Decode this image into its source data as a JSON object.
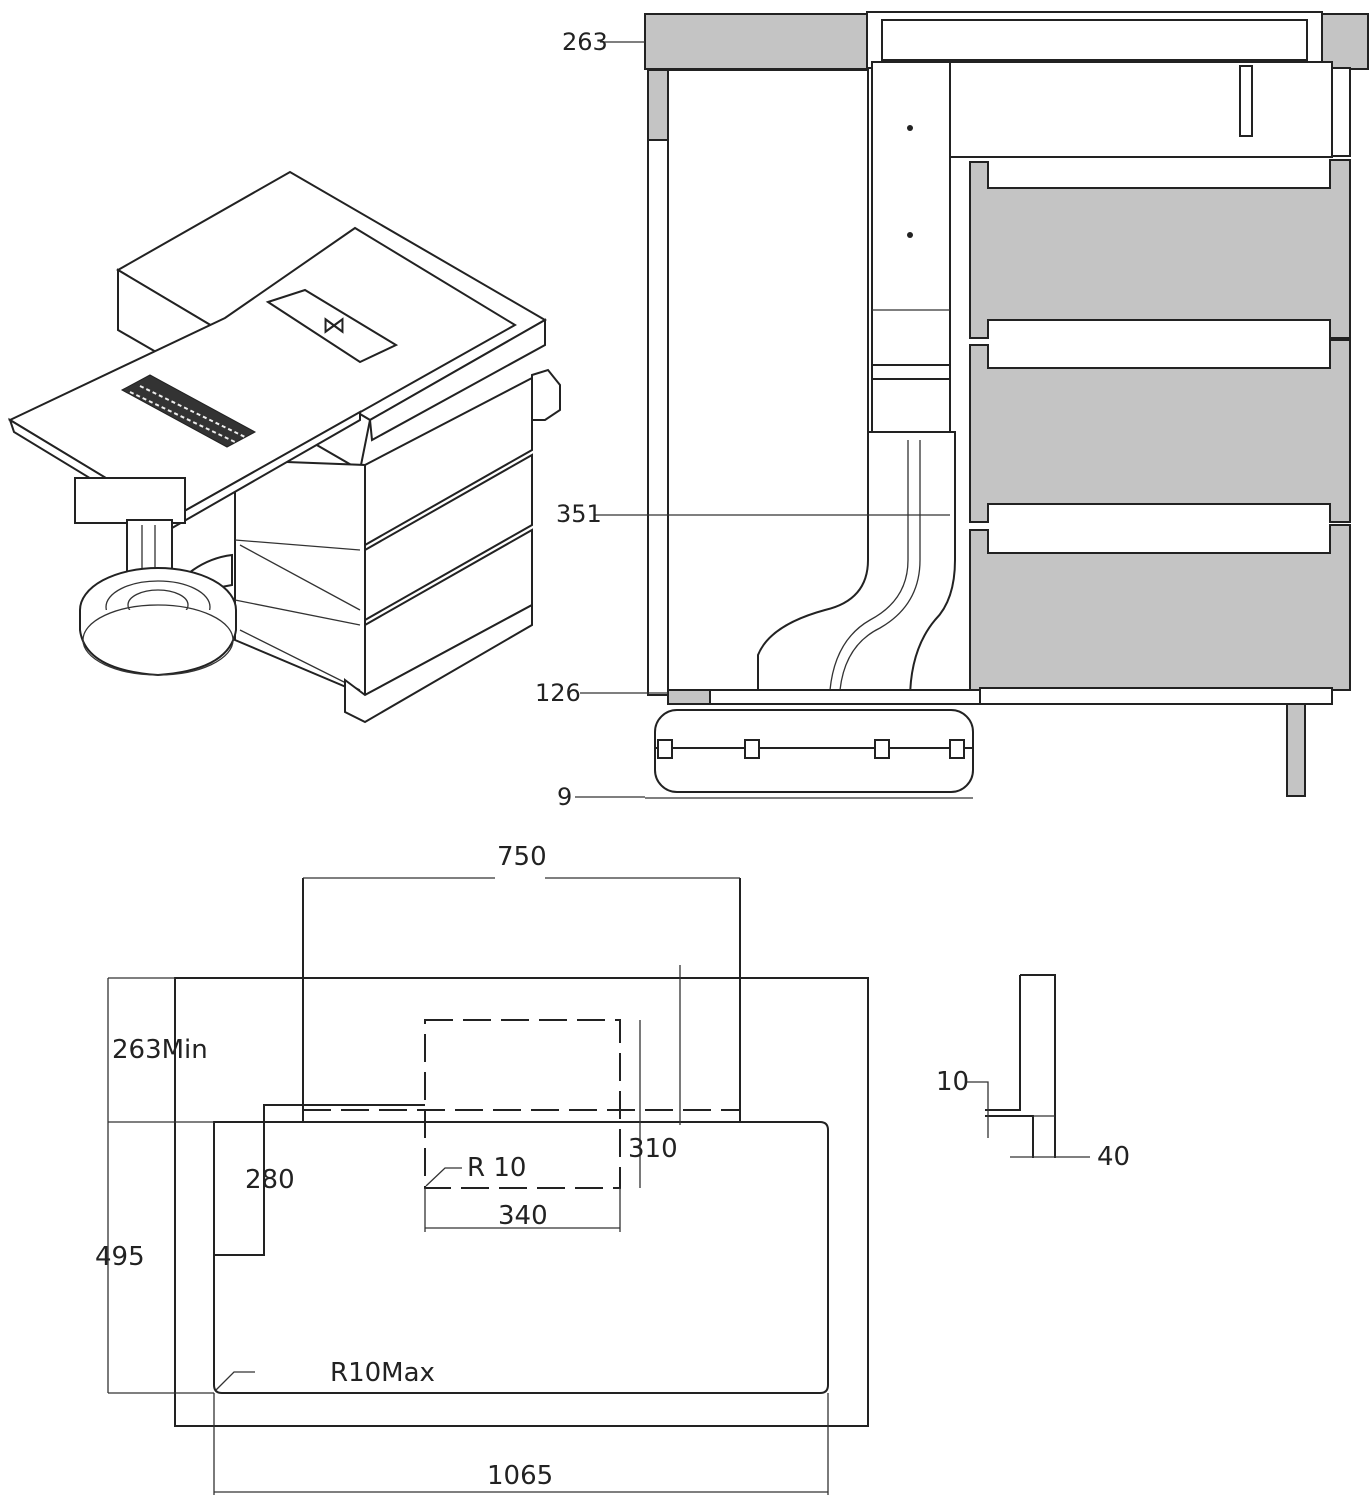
{
  "side_view": {
    "dim_top": "263",
    "dim_middle": "351",
    "dim_lower": "126",
    "dim_bottom": "9"
  },
  "cutout_plan": {
    "width_top": "750",
    "depth_min": "263Min",
    "offset_left": "280",
    "depth_total": "495",
    "radius_inner": "R 10",
    "inner_width": "340",
    "inner_depth": "310",
    "radius_max": "R10Max",
    "width_bottom": "1065"
  },
  "profile_detail": {
    "dim_left": "10",
    "dim_right": "40"
  }
}
